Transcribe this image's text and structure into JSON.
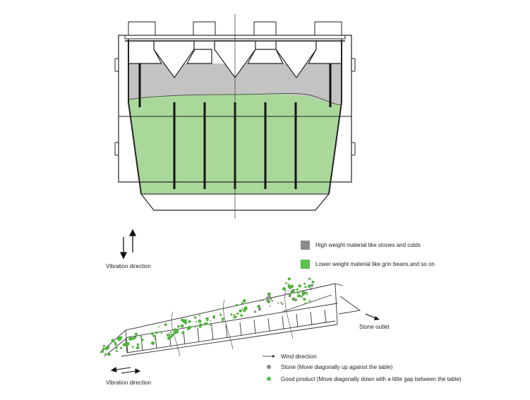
{
  "diagram": {
    "title": "Destoner vibration and material separation diagram",
    "top_view": {
      "heavy_layer_color": "#c3c3c3",
      "light_layer_color": "#a9d89a",
      "outline_color": "#222222"
    },
    "vibration_vertical": {
      "label": "Vibration direction",
      "icon": "up-down-arrows-icon"
    },
    "legend_top": [
      {
        "label": "High weight material like stones and colds",
        "color": "#8c8c8c"
      },
      {
        "label": "Lower weight material like grin beans,and so on",
        "color": "#5cbf4f"
      }
    ],
    "side_view": {
      "stone_outlet_label": "Stone outlet",
      "good_particle_color": "#4fb43c",
      "stone_particle_color": "#8a8a8a"
    },
    "legend_bottom": [
      {
        "label": "Wind direction",
        "icon": "arrow-right-icon"
      },
      {
        "label": "Stone (Move diagonally up against the table)",
        "color": "#8a8a8a"
      },
      {
        "label": "Good product (Move diagonally down with a little gap between the table)",
        "color": "#5cbf4f"
      }
    ],
    "vibration_horizontal": {
      "label": "Vibration direction",
      "icon": "left-right-arrows-icon"
    }
  }
}
